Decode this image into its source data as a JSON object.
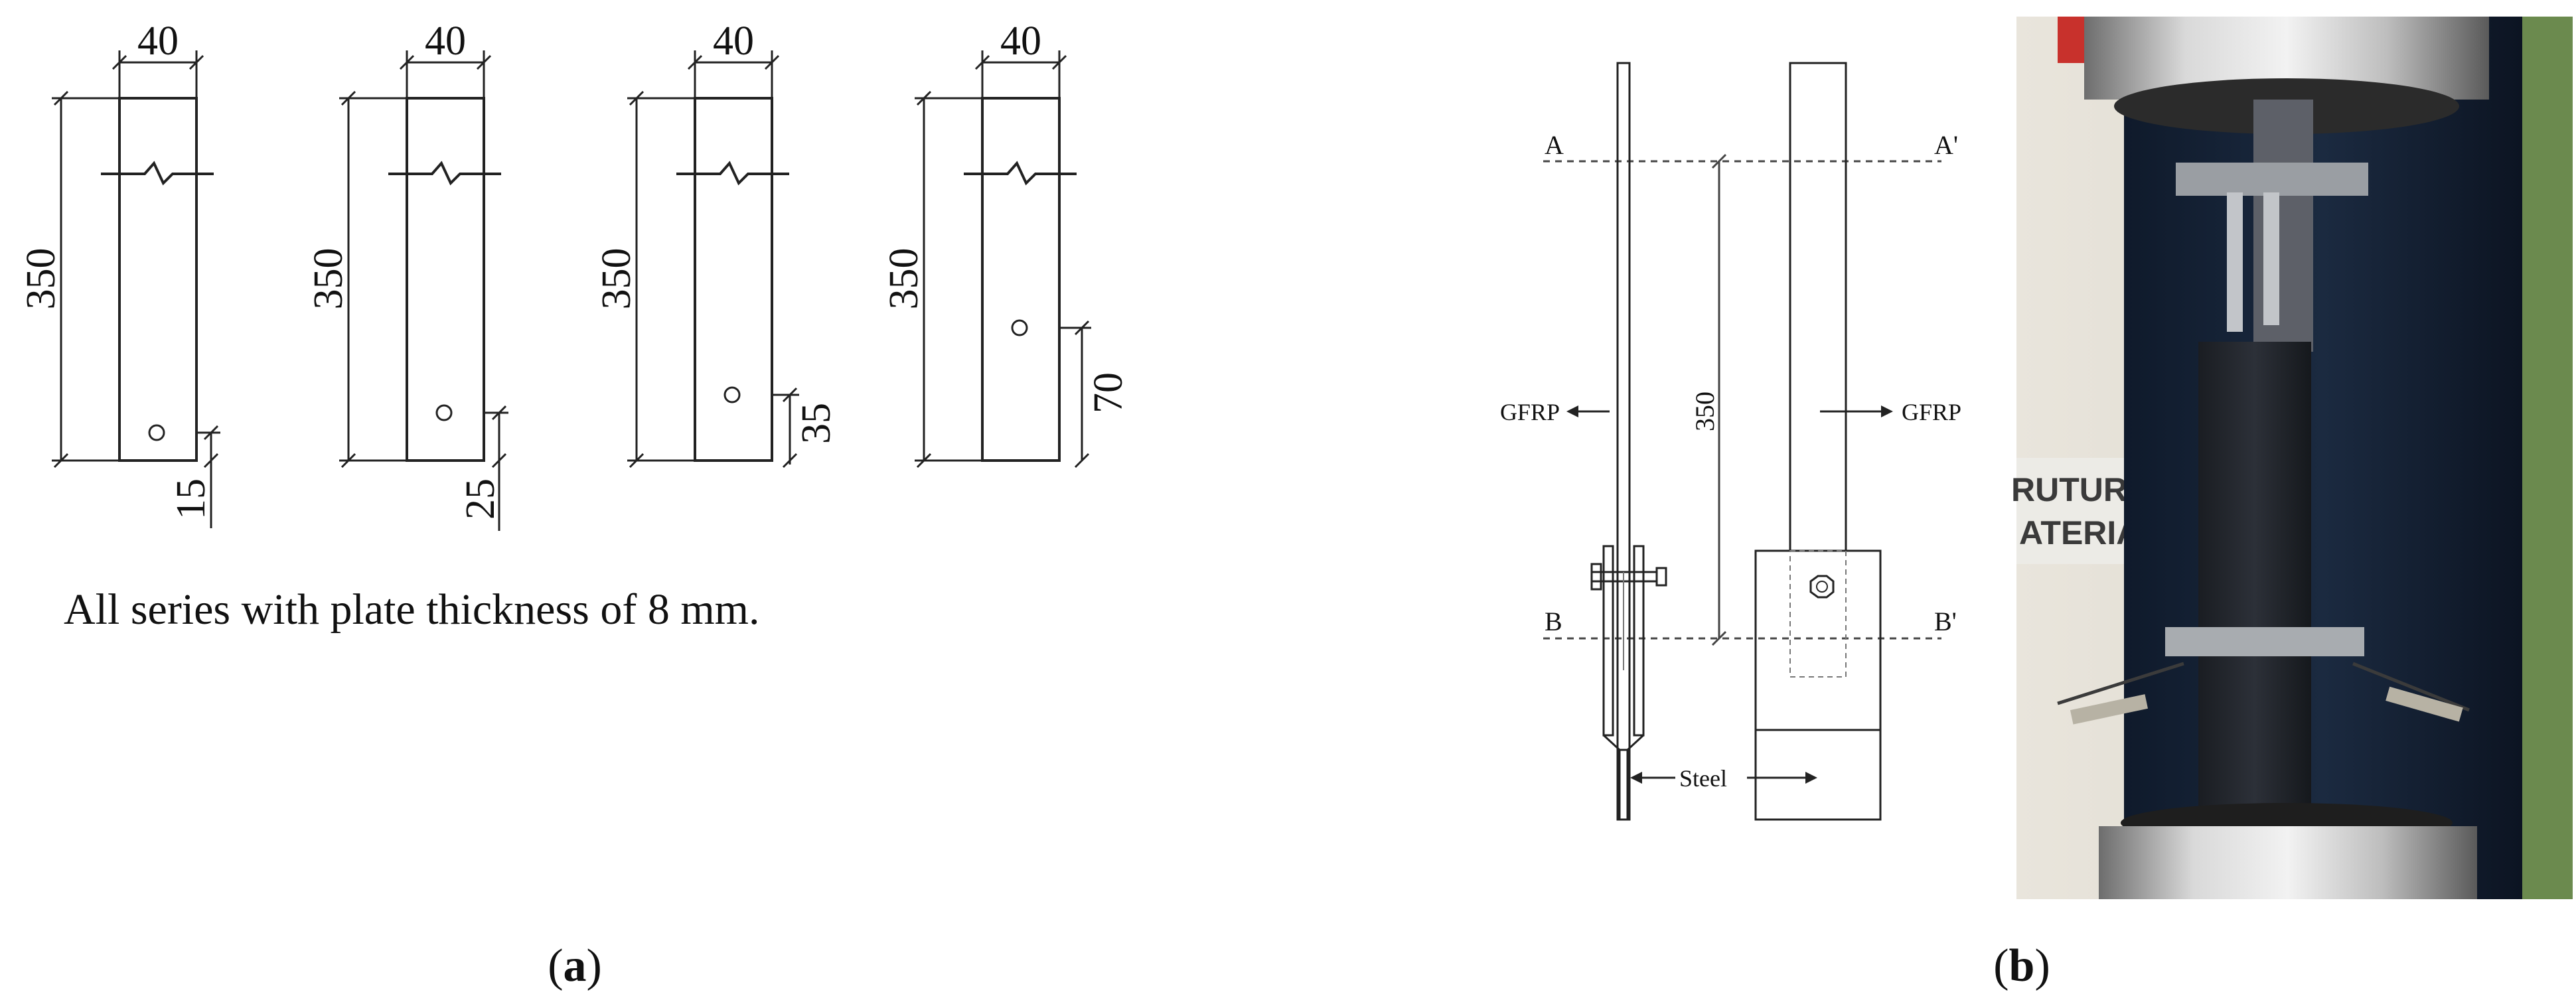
{
  "panel_a": {
    "specimens": [
      {
        "width_label": "40",
        "length_label": "350",
        "hole_label": "15"
      },
      {
        "width_label": "40",
        "length_label": "350",
        "hole_label": "25"
      },
      {
        "width_label": "40",
        "length_label": "350",
        "hole_label": "35"
      },
      {
        "width_label": "40",
        "length_label": "350",
        "hole_label": "70"
      }
    ],
    "note": "All series with plate thickness of 8 mm.",
    "caption_open": "(",
    "caption_letter": "a",
    "caption_close": ")"
  },
  "panel_b": {
    "section_a_left": "A",
    "section_a_right": "A'",
    "section_b_left": "B",
    "section_b_right": "B'",
    "length_label": "350",
    "gfrp_left": "GFRP",
    "gfrp_right": "GFRP",
    "steel_label": "Steel",
    "photo_sign_line1": "RUTURAS",
    "photo_sign_line2": "ATERIAIS",
    "caption_open": "(",
    "caption_letter": "b",
    "caption_close": ")"
  }
}
